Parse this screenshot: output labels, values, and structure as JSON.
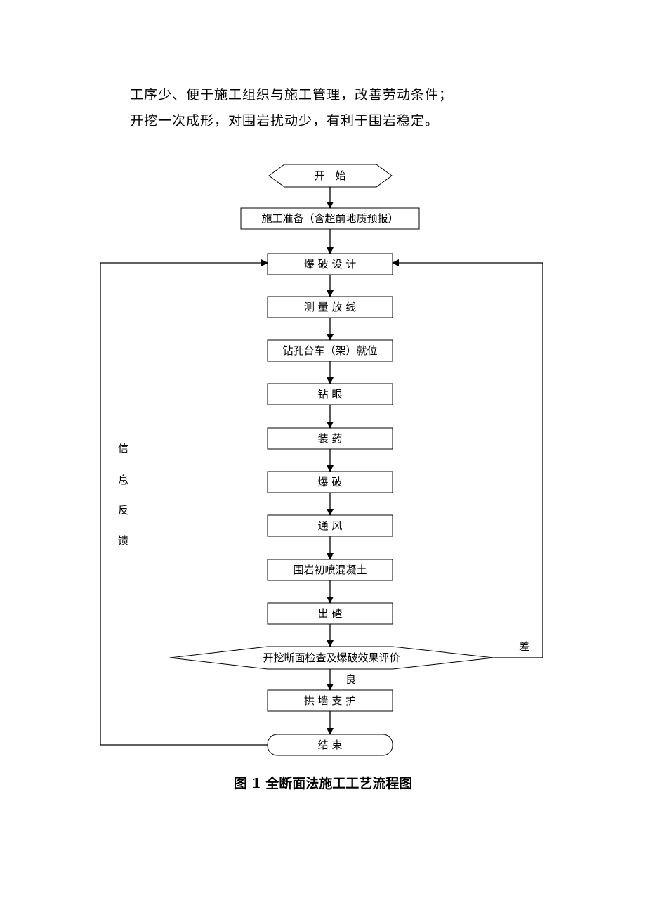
{
  "paragraphs": [
    "工序少、便于施工组织与施工管理，改善劳动条件；",
    "开挖一次成形，对围岩扰动少，有利于围岩稳定。"
  ],
  "flowchart": {
    "start": "开　始",
    "prep": "施工准备（含超前地质预报）",
    "steps": [
      "爆 破 设 计",
      "测 量 放 线",
      "钻孔台车（架）就位",
      "钻 眼",
      "装 药",
      "爆 破",
      "通 风",
      "围岩初喷混凝土",
      "出 碴"
    ],
    "decision": "开挖断面检查及爆破效果评价",
    "decision_bad": "差",
    "decision_good": "良",
    "support": "拱 墙 支 护",
    "end": "结 束",
    "feedback": [
      "信",
      "息",
      "反",
      "馈"
    ]
  },
  "caption": "图 1  全断面法施工工艺流程图"
}
